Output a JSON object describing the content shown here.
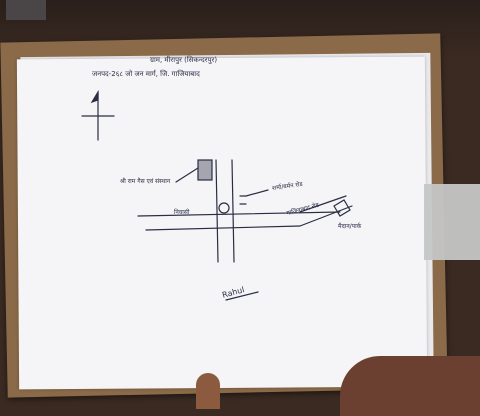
{
  "photo": {
    "subject": "hand-drawn site sketch on paper",
    "colors": {
      "ink": "#2a2d44",
      "paper": "#f5f5f7",
      "board": "#8a6a48",
      "background": "#3a2a22"
    }
  },
  "sketch": {
    "heading_line_1": "ग्राम, मीरापुर (सिकन्दरपुर)",
    "heading_line_2": "जनपद-2६८ जो जन मार्ग, जि. गाजियाबाद",
    "label_shop": "श्री राम गैस एवं संस्थान",
    "label_road_right": "शर्मा/बर्मन रोड",
    "label_left": "निवासी",
    "label_bottom_road": "गाजियाबाद रोड",
    "label_far_right": "मैदान/पार्क",
    "signature_name": "Rahul"
  }
}
